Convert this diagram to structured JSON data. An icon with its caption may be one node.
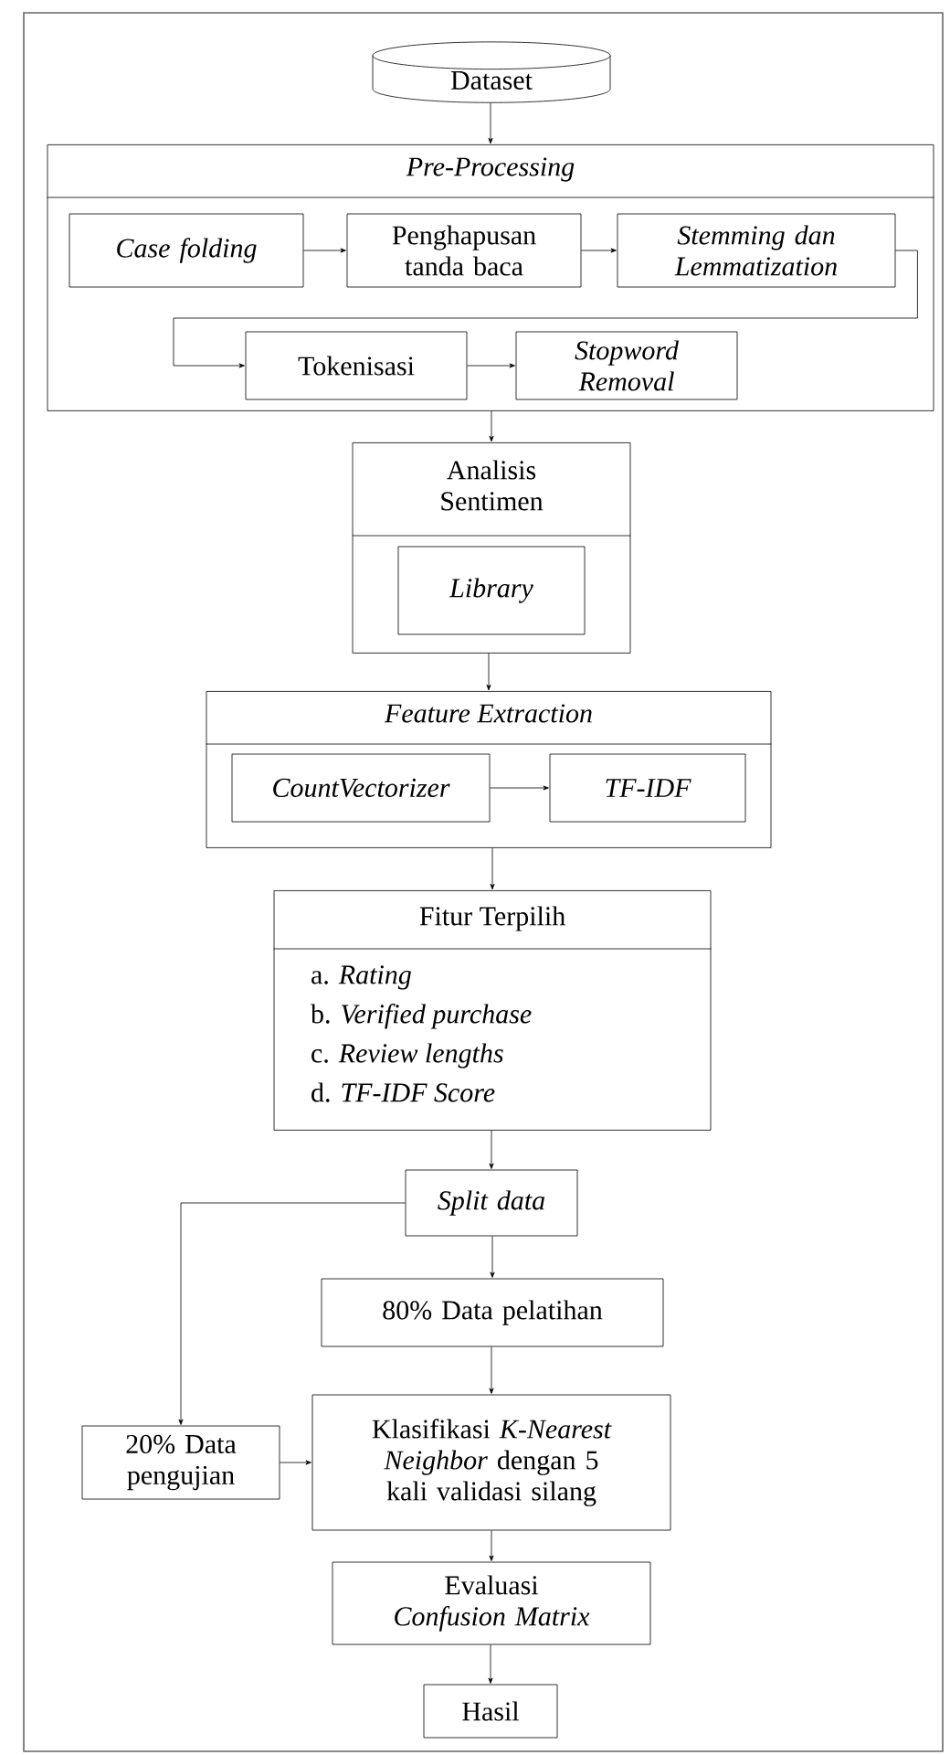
{
  "diagram": {
    "nodes": [
      {
        "text": [
          "Dataset"
        ]
      },
      {
        "text": [
          "Pre-Processing"
        ]
      },
      {
        "text": [
          "Case folding"
        ],
        "in": 1
      },
      {
        "text": [
          "Penghapusan tanda baca"
        ],
        "in": 1
      },
      {
        "text": [
          "Stemming dan Lemmatization"
        ],
        "in": 1
      },
      {
        "text": [
          "Tokenisasi"
        ],
        "in": 1
      },
      {
        "text": [
          "Stopword Removal"
        ],
        "in": 1
      },
      {
        "text": [
          "Analisis Sentimen"
        ]
      },
      {
        "text": [
          "Library"
        ],
        "in": 7
      },
      {
        "text": [
          "Feature Extraction"
        ]
      },
      {
        "text": [
          "CountVectorizer"
        ],
        "in": 9
      },
      {
        "text": [
          "TF-IDF"
        ],
        "in": 9
      },
      {
        "text": [
          "Fitur Terpilih",
          "a. *Rating*",
          "b. *Verified purchase*",
          "c. *Review lengths*",
          "d. *TF-IDF Score*"
        ]
      },
      {
        "text": [
          "Split data"
        ]
      },
      {
        "text": [
          "80% Data pelatihan"
        ]
      },
      {
        "text": [
          "20% Data pengujian"
        ]
      },
      {
        "text": [
          "Klasifikasi *K-Nearest Neighbor* dengan 5 kali validasi silang"
        ]
      },
      {
        "text": [
          "Evaluasi *Confusion Matrix*"
        ]
      },
      {
        "text": [
          "Hasil"
        ]
      }
    ],
    "edges": [
      {
        "from": 0,
        "to": 1,
        "arrow": "to"
      },
      {
        "from": 2,
        "to": 3,
        "arrow": "to"
      },
      {
        "from": 3,
        "to": 4,
        "arrow": "to"
      },
      {
        "from": 4,
        "to": 5,
        "arrow": "to"
      },
      {
        "from": 5,
        "to": 6,
        "arrow": "to"
      },
      {
        "from": 1,
        "to": 7,
        "arrow": "to"
      },
      {
        "from": 7,
        "to": 9,
        "arrow": "to"
      },
      {
        "from": 10,
        "to": 11,
        "arrow": "to"
      },
      {
        "from": 9,
        "to": 12,
        "arrow": "to"
      },
      {
        "from": 12,
        "to": 13,
        "arrow": "to"
      },
      {
        "from": 13,
        "to": 14,
        "arrow": "to"
      },
      {
        "from": 13,
        "to": 15,
        "arrow": "to"
      },
      {
        "from": 14,
        "to": 16,
        "arrow": "to"
      },
      {
        "from": 15,
        "to": 16,
        "arrow": "to"
      },
      {
        "from": 16,
        "to": 17,
        "arrow": "to"
      },
      {
        "from": 17,
        "to": 18,
        "arrow": "to"
      }
    ]
  }
}
